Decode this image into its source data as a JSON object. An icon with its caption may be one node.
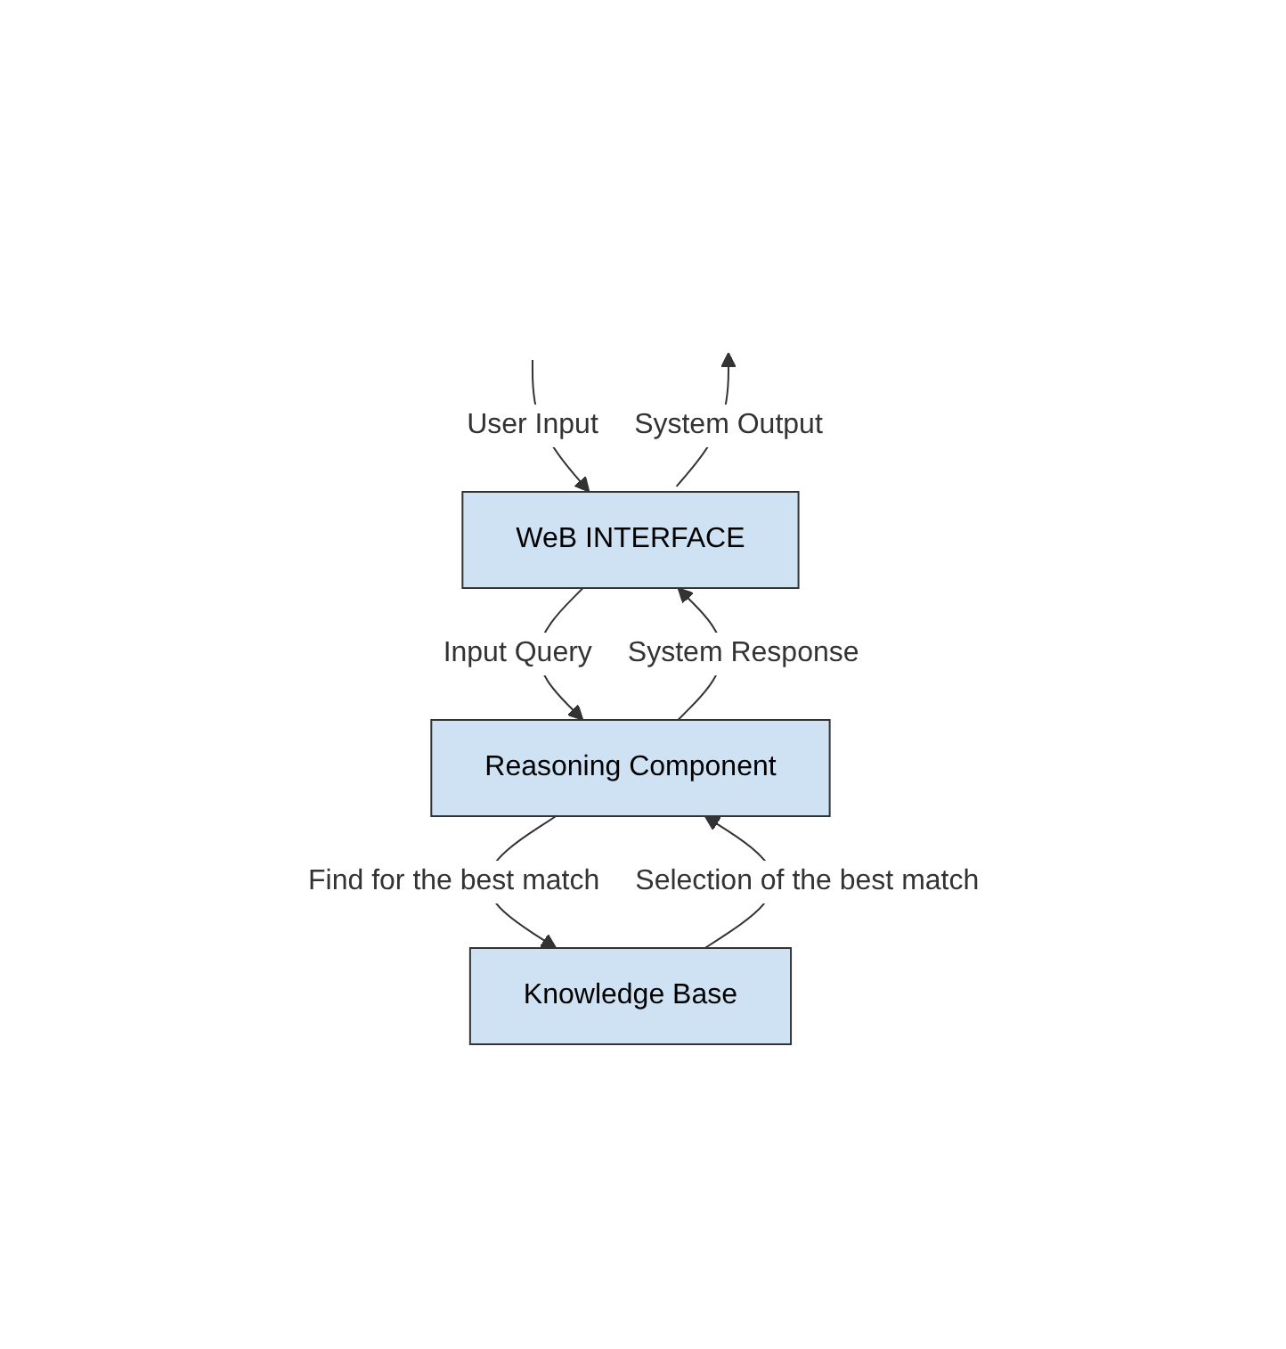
{
  "diagram": {
    "nodes": [
      {
        "text": [
          "WeB INTERFACE"
        ]
      },
      {
        "text": [
          "Reasoning Component"
        ]
      },
      {
        "text": [
          "Knowledge Base"
        ]
      }
    ],
    "edges": [
      {
        "from": null,
        "to": 0,
        "arrow": "to",
        "label": "User Input"
      },
      {
        "from": 0,
        "to": null,
        "arrow": "to",
        "label": "System Output"
      },
      {
        "from": 0,
        "to": 1,
        "arrow": "to",
        "label": "Input Query"
      },
      {
        "from": 1,
        "to": 0,
        "arrow": "to",
        "label": "System Response"
      },
      {
        "from": 1,
        "to": 2,
        "arrow": "to",
        "label": "Find for the best match"
      },
      {
        "from": 2,
        "to": 1,
        "arrow": "to",
        "label": "Selection of the best match"
      }
    ]
  }
}
